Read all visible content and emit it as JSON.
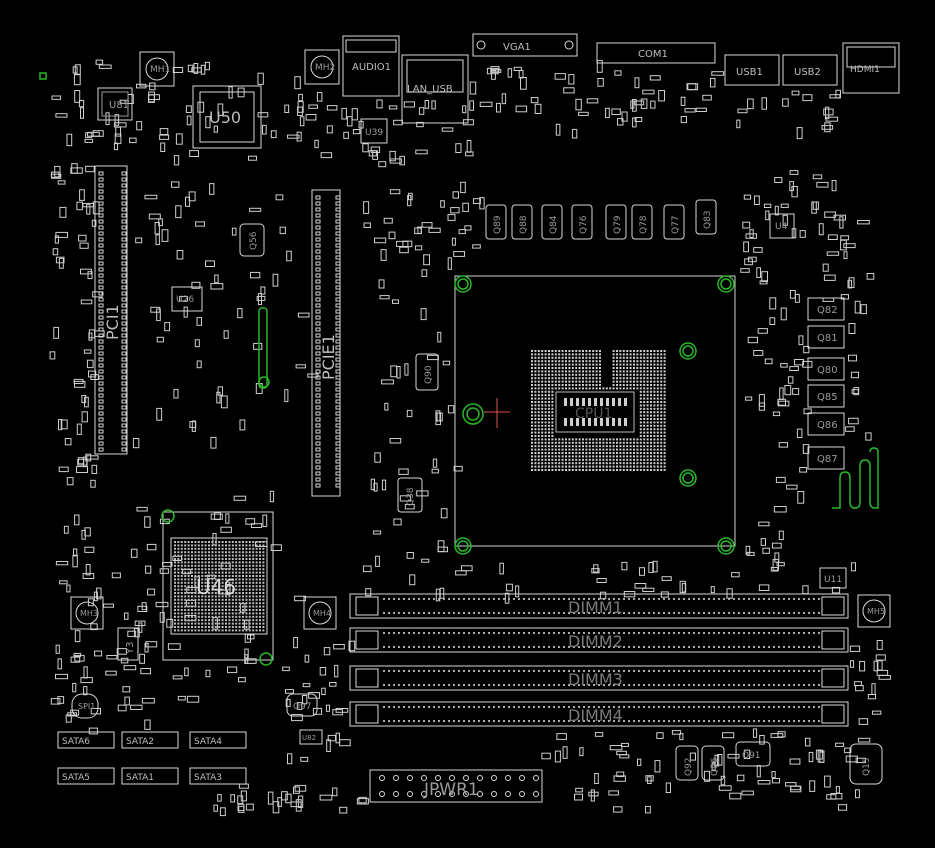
{
  "colors": {
    "background": "#000000",
    "silk": "#d8d8d8",
    "dim": "#9a9a9a",
    "via": "#29b829",
    "marker": "#e05050",
    "label": "#8a8a8a"
  },
  "labels": {
    "u81": "U81",
    "u50": "U50",
    "mh1": "MH1",
    "mh2": "MH2",
    "mh3": "MH3",
    "mh4": "MH4",
    "mh5": "MH5",
    "audio1": "AUDIO1",
    "lan_usb": "LAN_USB",
    "vga1": "VGA1",
    "com1": "COM1",
    "usb1": "USB1",
    "usb2": "USB2",
    "hdmi1": "HDMI1",
    "u39": "U39",
    "pci1": "PCI1",
    "u26": "U26",
    "pcie1": "PCIE1",
    "q56": "Q56",
    "q89": "Q89",
    "q88": "Q88",
    "q84": "Q84",
    "q76": "Q76",
    "q79": "Q79",
    "q78": "Q78",
    "q77": "Q77",
    "q83": "Q83",
    "u4": "U4",
    "q82": "Q82",
    "q81": "Q81",
    "q80": "Q80",
    "q85": "Q85",
    "q86": "Q86",
    "q87": "Q87",
    "q90": "Q90",
    "q38": "Q38",
    "u46": "U46",
    "y3": "Y3",
    "cpu1": "CPU1",
    "dimm1": "DIMM1",
    "dimm2": "DIMM2",
    "dimm3": "DIMM3",
    "dimm4": "DIMM4",
    "u11": "U11",
    "spi1": "SPI1",
    "q97": "Q97",
    "sata6": "SATA6",
    "sata2": "SATA2",
    "sata4": "SATA4",
    "sata5": "SATA5",
    "sata1": "SATA1",
    "sata3": "SATA3",
    "jpwr1": "JPWR1",
    "q92": "Q92",
    "q96": "Q96",
    "q91": "Q91",
    "q15": "Q15",
    "u82": "U82"
  }
}
